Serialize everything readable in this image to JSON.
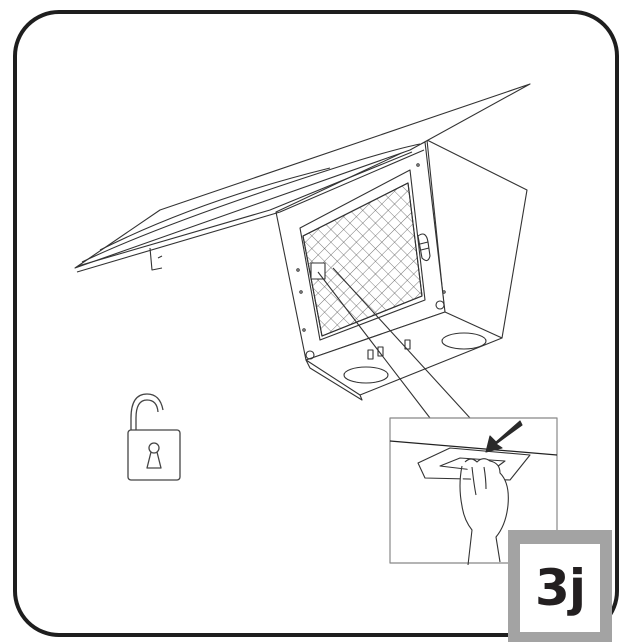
{
  "figure": {
    "type": "instruction-illustration",
    "subject": "cooker hood grease filter removal",
    "step_label": "3j",
    "colors": {
      "frame": "#1e1e1e",
      "line": "#333333",
      "label_box": "#a3a3a3",
      "label_text": "#231f20",
      "background": "#ffffff"
    },
    "icons": {
      "lock_state": "unlocked-padlock-icon",
      "press_arrow": "arrow-down-left-icon"
    }
  }
}
